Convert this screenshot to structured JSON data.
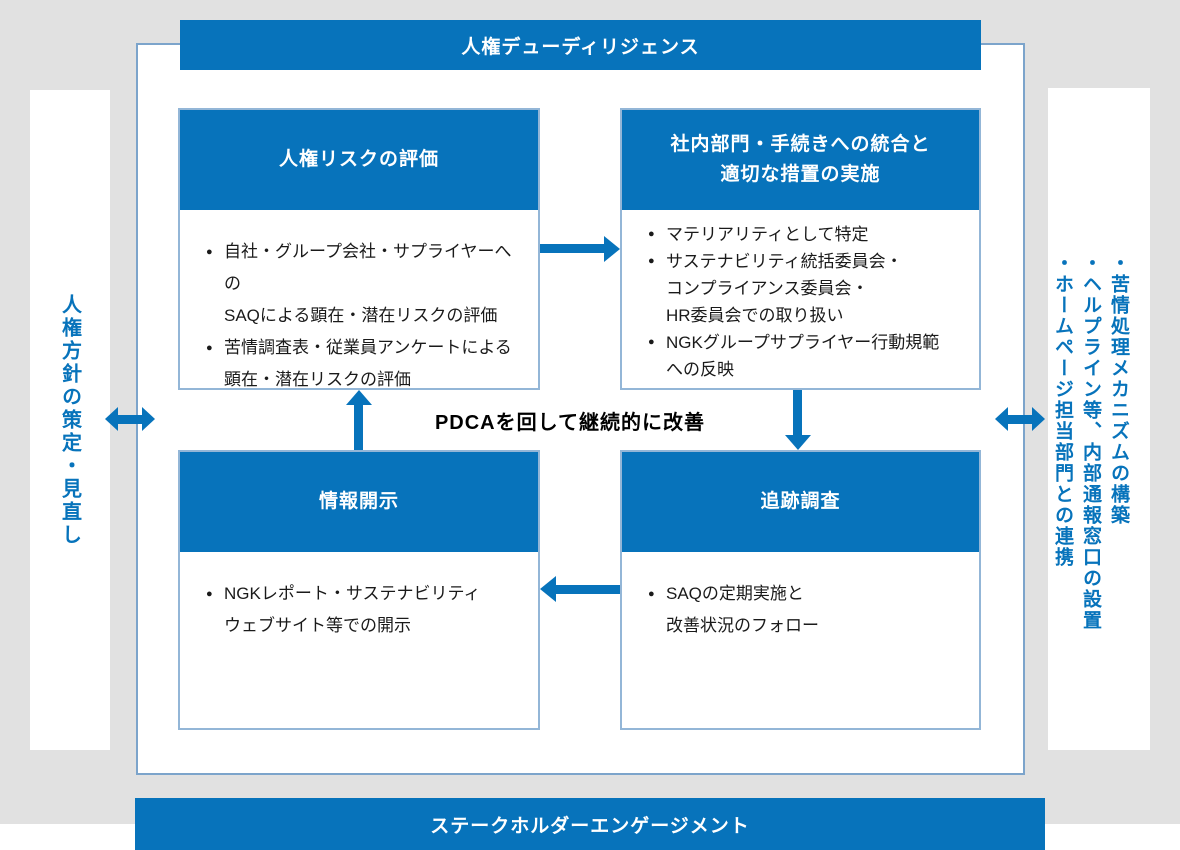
{
  "colors": {
    "primary_blue": "#0773BB",
    "outer_border": "#7CA4CB",
    "node_border": "#93B6D7",
    "background_gray": "#E1E1E1",
    "body_text": "#1A1A1A"
  },
  "banners": {
    "top": "人権デューディリジェンス",
    "bottom": "ステークホルダーエンゲージメント"
  },
  "left_panel": {
    "label": "人権方針の策定・見直し"
  },
  "right_panel": {
    "items": [
      "・苦情処理メカニズムの構築",
      "・ヘルプライン等、内部通報窓口の設置",
      "・ホームページ担当部門との連携"
    ]
  },
  "center_label": "PDCAを回して継続的に改善",
  "nodes": {
    "assessment": {
      "title": "人権リスクの評価",
      "bullets": [
        "自社・グループ会社・サプライヤーへの\nSAQによる顕在・潜在リスクの評価",
        "苦情調査表・従業員アンケートによる\n顕在・潜在リスクの評価"
      ]
    },
    "integration": {
      "title": "社内部門・手続きへの統合と\n適切な措置の実施",
      "bullets": [
        "マテリアリティとして特定",
        "サステナビリティ統括委員会・\nコンプライアンス委員会・\nHR委員会での取り扱い",
        "NGKグループサプライヤー行動規範\nへの反映"
      ]
    },
    "disclosure": {
      "title": "情報開示",
      "bullets": [
        "NGKレポート・サステナビリティ\nウェブサイト等での開示"
      ]
    },
    "tracking": {
      "title": "追跡調査",
      "bullets": [
        "SAQの定期実施と\n改善状況のフォロー"
      ]
    }
  },
  "icons": {
    "bullet": "●"
  }
}
